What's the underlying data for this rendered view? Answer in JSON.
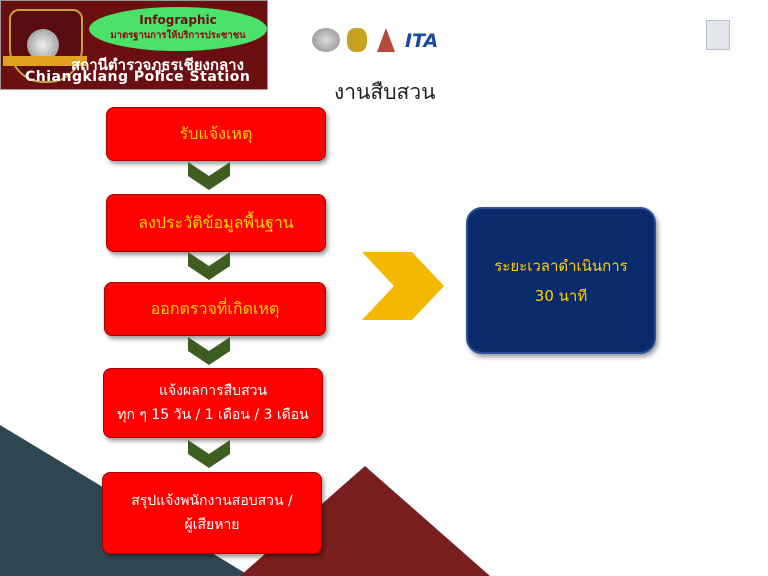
{
  "header": {
    "badge_title": "Infographic",
    "badge_subtitle": "มาตรฐานการให้บริการประชาชน",
    "station_thai": "สถานีตำรวจภูธรเชียงกลาง",
    "station_en": "Chiangklang Police Station",
    "logos": [
      "police-emblem",
      "thai-emblem",
      "temple-emblem",
      "ITA"
    ]
  },
  "page_title": "งานสืบสวน",
  "flow": [
    {
      "lines": [
        "รับแจ้งเหตุ"
      ]
    },
    {
      "lines": [
        "ลงประวัติข้อมูลพื้นฐาน"
      ]
    },
    {
      "lines": [
        "ออกตรวจที่เกิดเหตุ"
      ]
    },
    {
      "lines": [
        "แจ้งผลการสืบสวน",
        "ทุก ๆ 15 วัน / 1 เดือน / 3 เดือน"
      ]
    },
    {
      "lines": [
        "สรุปแจ้งพนักงานสอบสวน /",
        "ผู้เสียหาย"
      ]
    }
  ],
  "duration": {
    "label": "ระยะเวลาดำเนินการ",
    "value": "30 นาที"
  },
  "colors": {
    "box": "#ff0000",
    "arrow": "#3d5e1e",
    "duration_box": "#0a2b6b",
    "big_arrow": "#f5b800"
  }
}
